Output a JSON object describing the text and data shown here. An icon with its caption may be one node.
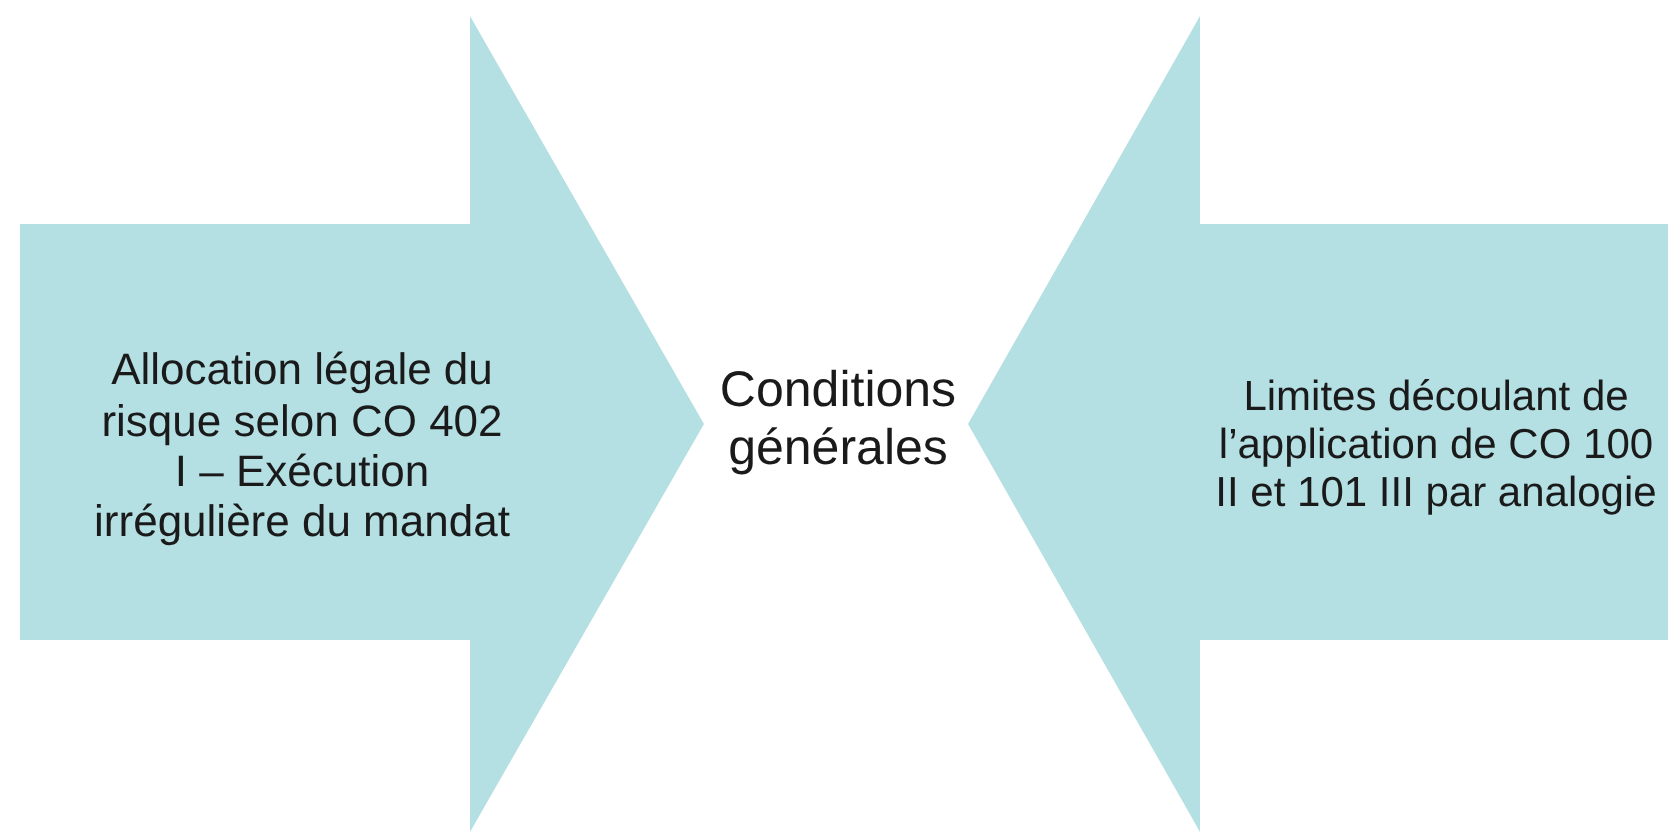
{
  "diagram": {
    "nodes": [
      {
        "text": [
          "Allocation légale du risque selon CO 402 I – Exécution irrégulière du mandat"
        ]
      },
      {
        "text": [
          "Conditions générales"
        ]
      },
      {
        "text": [
          "Limites découlant de l’application de CO 100 II et 101 III par analogie"
        ]
      }
    ]
  }
}
